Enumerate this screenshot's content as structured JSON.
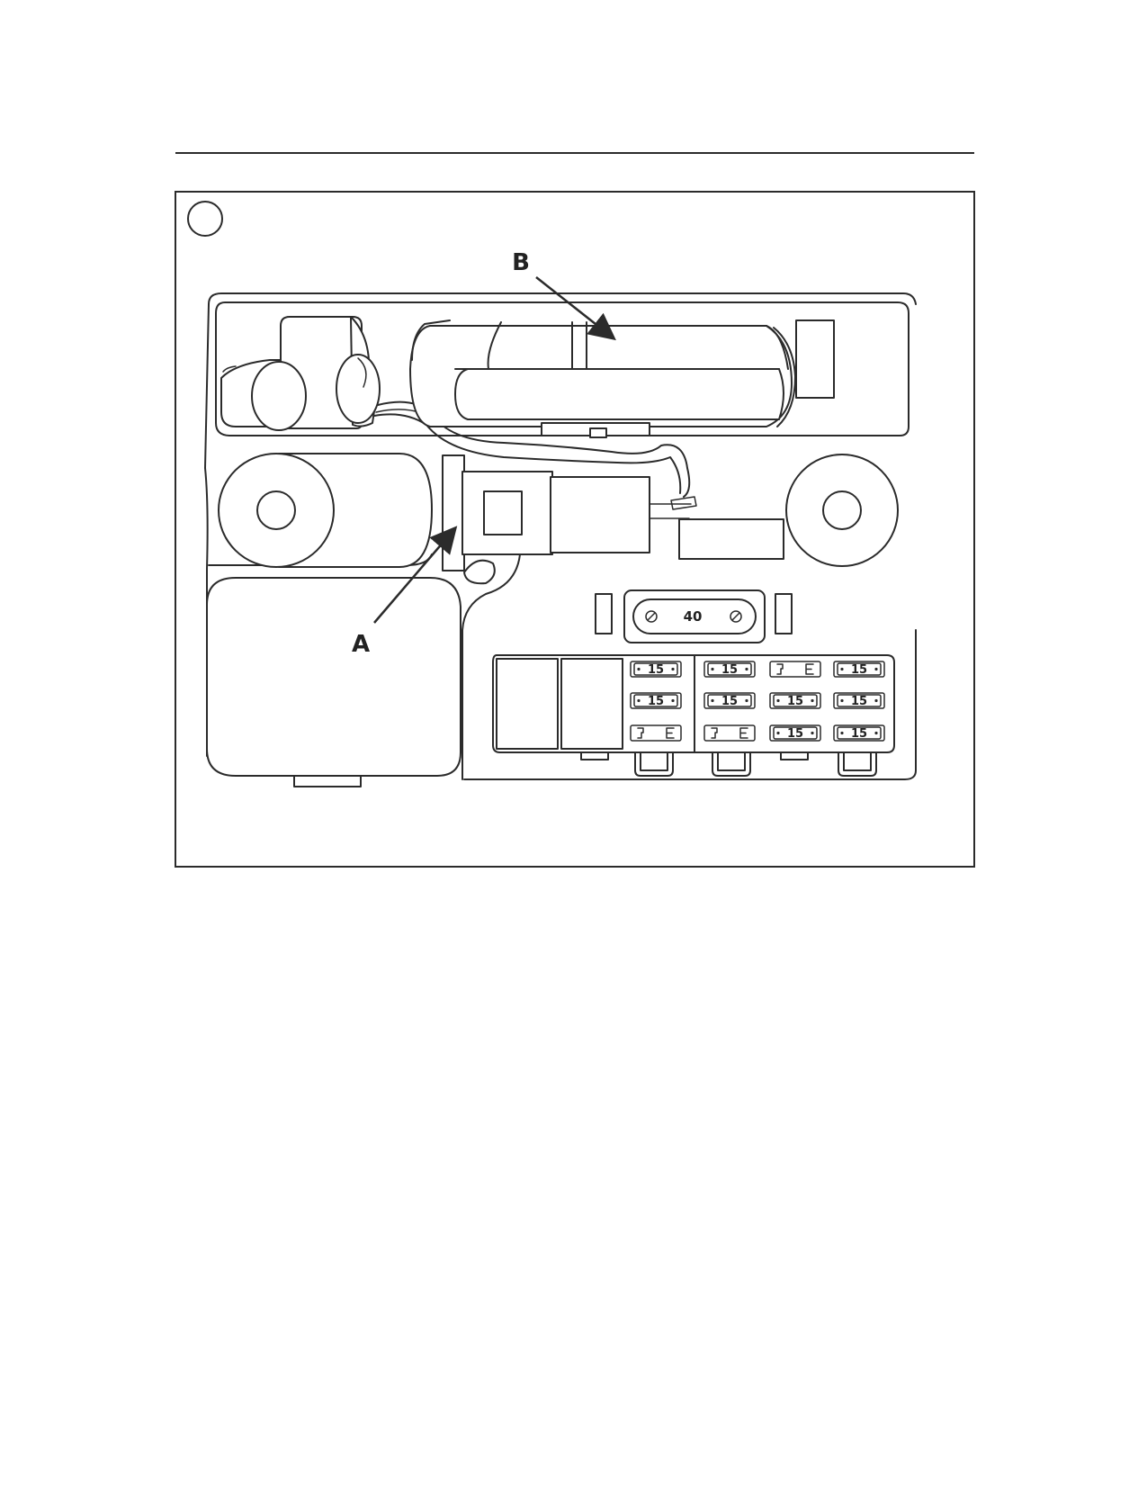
{
  "figure": {
    "callouts": {
      "a": "A",
      "b": "B"
    },
    "maxi_fuse": {
      "rating": "40"
    },
    "fuses": [
      {
        "id": "r1c1",
        "rating": "15"
      },
      {
        "id": "r1c2",
        "rating": "15"
      },
      {
        "id": "r1c3",
        "rating": ""
      },
      {
        "id": "r1c4",
        "rating": "15"
      },
      {
        "id": "r2c1",
        "rating": "15"
      },
      {
        "id": "r2c2",
        "rating": "15"
      },
      {
        "id": "r2c3",
        "rating": "15"
      },
      {
        "id": "r2c4",
        "rating": "15"
      },
      {
        "id": "r3c1",
        "rating": ""
      },
      {
        "id": "r3c2",
        "rating": ""
      },
      {
        "id": "r3c3",
        "rating": "15"
      },
      {
        "id": "r3c4",
        "rating": "15"
      }
    ]
  }
}
